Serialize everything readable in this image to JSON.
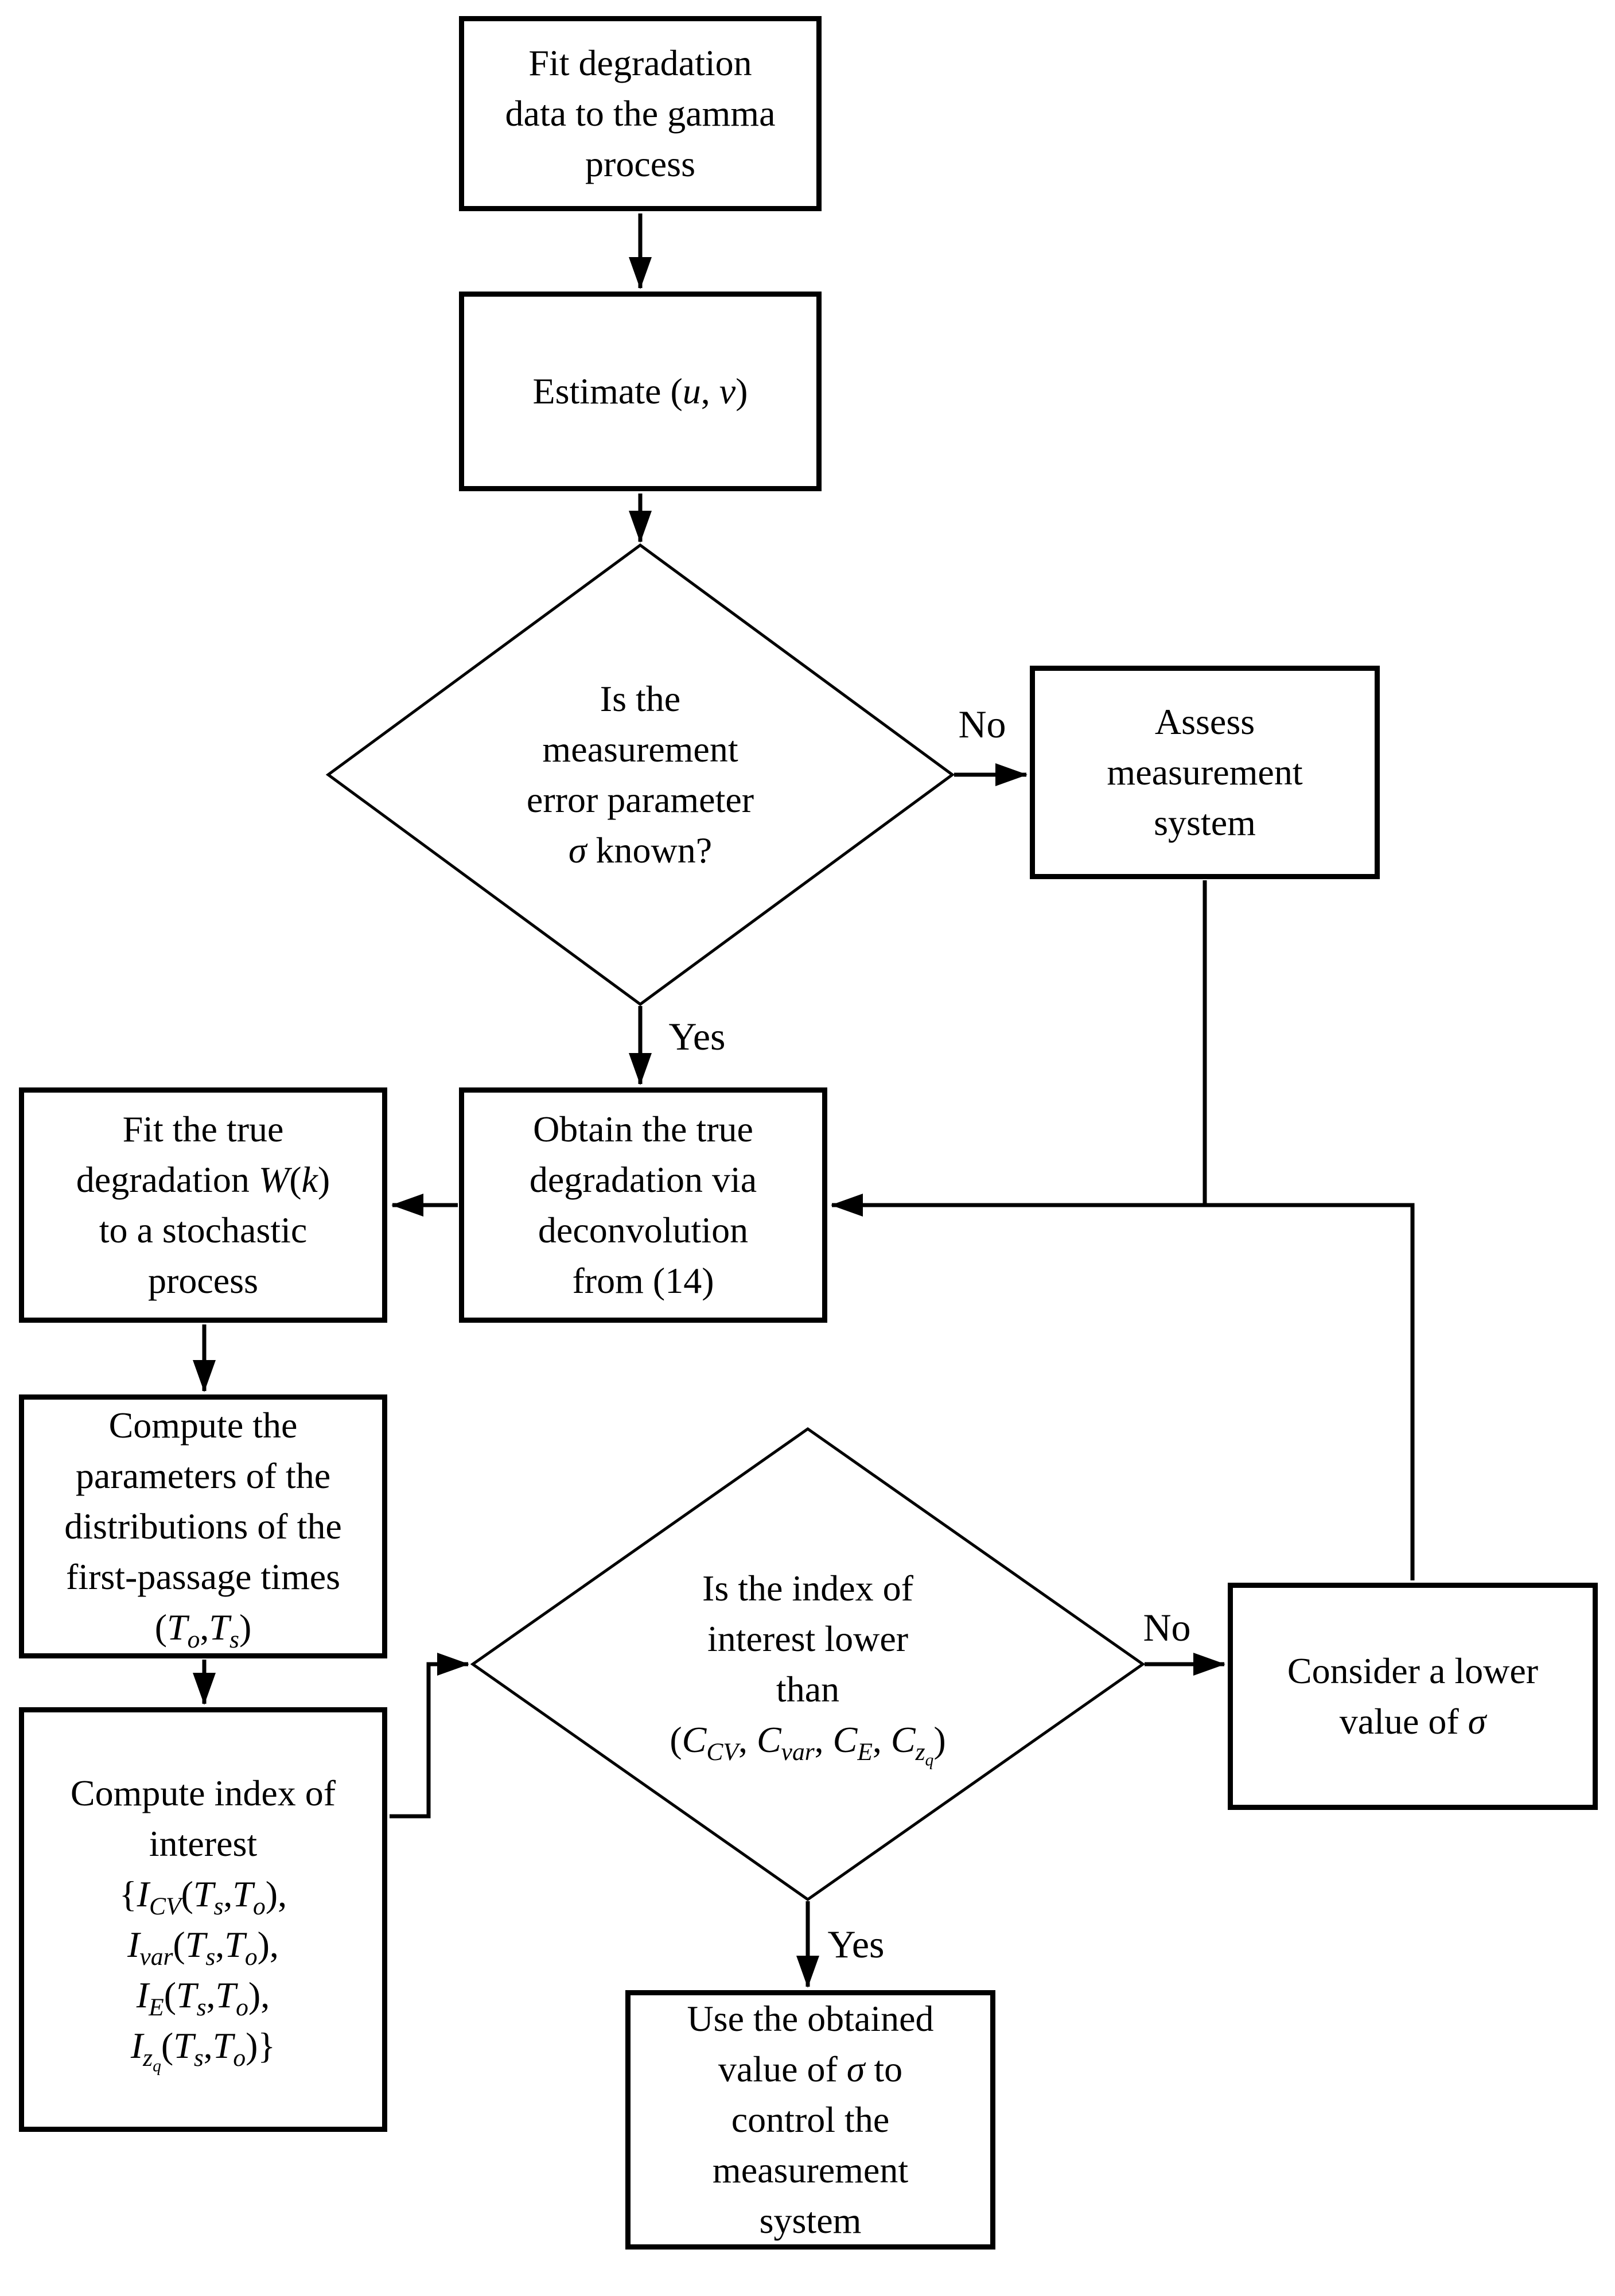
{
  "flowchart": {
    "colors": {
      "stroke": "#000000",
      "background": "#ffffff",
      "text": "#000000"
    },
    "nodes": {
      "fit_gamma": {
        "type": "process",
        "lines": [
          "Fit degradation",
          "data to the gamma",
          "process"
        ]
      },
      "estimate_uv": {
        "type": "process",
        "lines": [
          "Estimate (<i>u</i>, <i>v</i>)"
        ]
      },
      "sigma_known": {
        "type": "decision",
        "lines": [
          "Is the",
          "measurement",
          "error parameter",
          "<i>σ</i> known?"
        ]
      },
      "assess_system": {
        "type": "process",
        "lines": [
          "Assess",
          "measurement",
          "system"
        ]
      },
      "deconvolution": {
        "type": "process",
        "lines": [
          "Obtain the true",
          "degradation via",
          "deconvolution",
          "from (14)"
        ]
      },
      "fit_true": {
        "type": "process",
        "lines": [
          "Fit the true",
          "degradation <i>W</i>(<i>k</i>)",
          "to a stochastic",
          "process"
        ]
      },
      "compute_params": {
        "type": "process",
        "lines": [
          "Compute the",
          "parameters of the",
          "distributions of the",
          "first-passage times",
          "(<i>T<sub>o</sub></i>,<i>T<sub>s</sub></i>)"
        ]
      },
      "compute_index": {
        "type": "process",
        "lines": [
          "Compute index of",
          "interest",
          "{<i>I<sub>CV</sub></i>(<i>T<sub>s</sub></i>,<i>T<sub>o</sub></i>),",
          "<i>I<sub>var</sub></i>(<i>T<sub>s</sub></i>,<i>T<sub>o</sub></i>),",
          "<i>I<sub>E</sub></i>(<i>T<sub>s</sub></i>,<i>T<sub>o</sub></i>),",
          "<i>I<sub>z<sub>q</sub></sub></i>(<i>T<sub>s</sub></i>,<i>T<sub>o</sub></i>)}"
        ]
      },
      "index_lower": {
        "type": "decision",
        "lines": [
          "Is the index of",
          "interest lower",
          "than",
          "(<i>C<sub>CV</sub></i>, <i>C<sub>var</sub></i>, <i>C<sub>E</sub></i>, <i>C<sub>z<sub>q</sub></sub></i>)"
        ]
      },
      "consider_lower": {
        "type": "process",
        "lines": [
          "Consider a lower",
          "value of <i>σ</i>"
        ]
      },
      "use_sigma": {
        "type": "process",
        "lines": [
          "Use the obtained",
          "value of <i>σ</i> to",
          "control the",
          "measurement",
          "system"
        ]
      }
    },
    "labels": {
      "no_sigma": "No",
      "yes_sigma": "Yes",
      "no_index": "No",
      "yes_index": "Yes"
    },
    "edges": [
      {
        "from": "fit_gamma",
        "to": "estimate_uv",
        "label": ""
      },
      {
        "from": "estimate_uv",
        "to": "sigma_known",
        "label": ""
      },
      {
        "from": "sigma_known",
        "to": "assess_system",
        "label": "No"
      },
      {
        "from": "sigma_known",
        "to": "deconvolution",
        "label": "Yes"
      },
      {
        "from": "assess_system",
        "to": "deconvolution",
        "label": ""
      },
      {
        "from": "deconvolution",
        "to": "fit_true",
        "label": ""
      },
      {
        "from": "fit_true",
        "to": "compute_params",
        "label": ""
      },
      {
        "from": "compute_params",
        "to": "compute_index",
        "label": ""
      },
      {
        "from": "compute_index",
        "to": "index_lower",
        "label": ""
      },
      {
        "from": "index_lower",
        "to": "consider_lower",
        "label": "No"
      },
      {
        "from": "consider_lower",
        "to": "deconvolution",
        "label": ""
      },
      {
        "from": "index_lower",
        "to": "use_sigma",
        "label": "Yes"
      }
    ]
  }
}
